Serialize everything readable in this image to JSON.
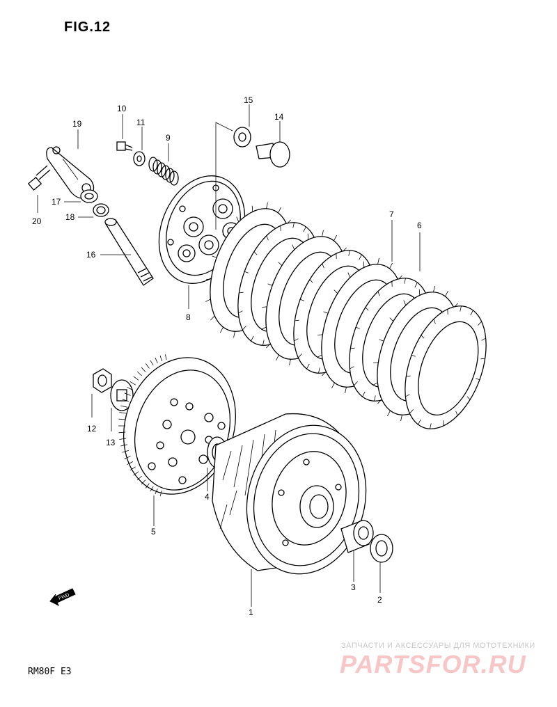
{
  "figure": {
    "title": "FIG.12"
  },
  "model_code": "RM80F E3",
  "fwd_label": "FWD",
  "watermark": {
    "tagline": "ЗАПЧАСТИ И АКСЕССУАРЫ ДЛЯ МОТОТЕХНИКИ",
    "brand": "PARTSFOR.RU"
  },
  "callouts": [
    {
      "id": "c1",
      "label": "1"
    },
    {
      "id": "c2",
      "label": "2"
    },
    {
      "id": "c3",
      "label": "3"
    },
    {
      "id": "c4",
      "label": "4"
    },
    {
      "id": "c5",
      "label": "5"
    },
    {
      "id": "c6",
      "label": "6"
    },
    {
      "id": "c7",
      "label": "7"
    },
    {
      "id": "c8",
      "label": "8"
    },
    {
      "id": "c9",
      "label": "9"
    },
    {
      "id": "c10",
      "label": "10"
    },
    {
      "id": "c11",
      "label": "11"
    },
    {
      "id": "c12",
      "label": "12"
    },
    {
      "id": "c13",
      "label": "13"
    },
    {
      "id": "c14",
      "label": "14"
    },
    {
      "id": "c15",
      "label": "15"
    },
    {
      "id": "c16",
      "label": "16"
    },
    {
      "id": "c17",
      "label": "17"
    },
    {
      "id": "c18",
      "label": "18"
    },
    {
      "id": "c19",
      "label": "19"
    },
    {
      "id": "c20",
      "label": "20"
    }
  ]
}
